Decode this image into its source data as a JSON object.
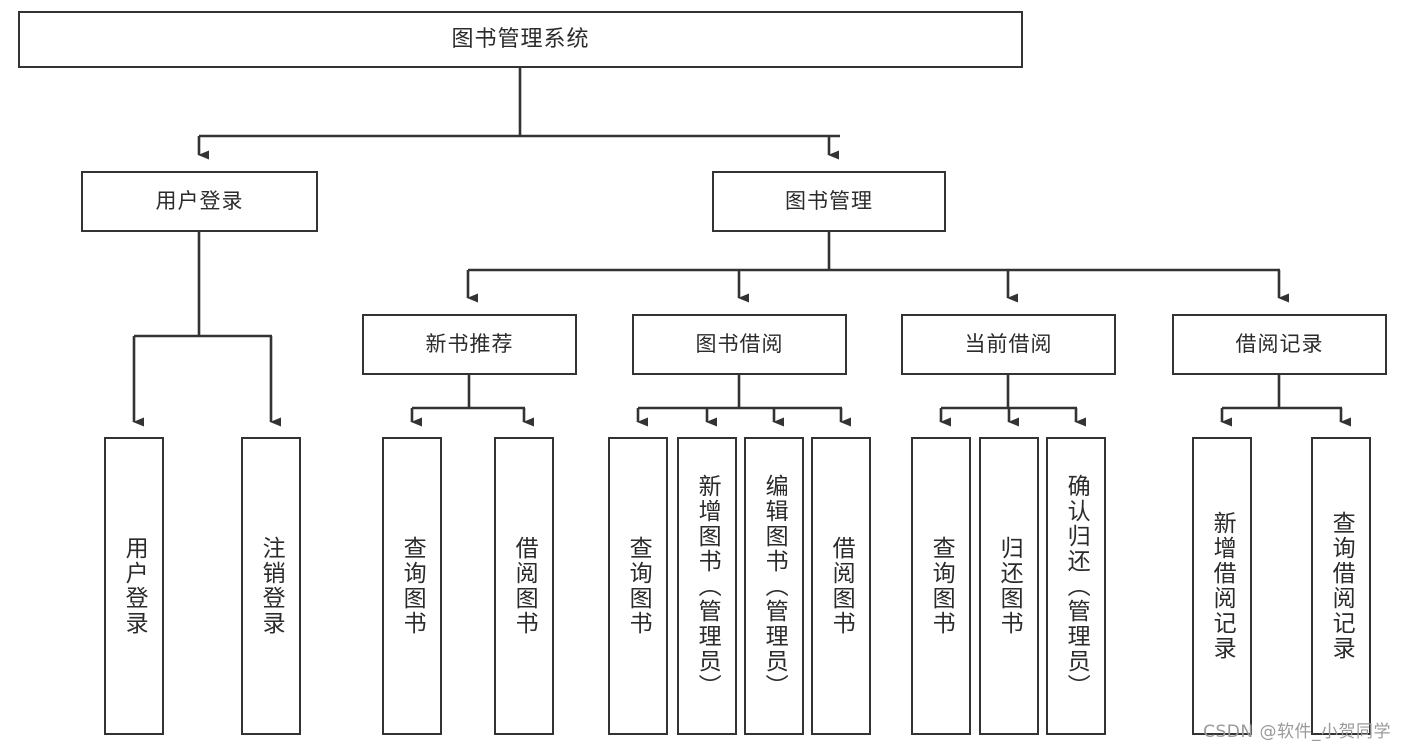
{
  "diagram": {
    "title": "图书管理系统",
    "type": "hierarchy-tree",
    "orientation": "top-down",
    "colors": {
      "box_border": "#333333",
      "box_fill": "#ffffff",
      "text": "#2b2b2b",
      "connector": "#333333",
      "watermark": "#9a9a9a"
    },
    "nodes": {
      "root": {
        "label": "图书管理系统",
        "level": 0
      },
      "level1": [
        {
          "id": "user-login",
          "label": "用户登录"
        },
        {
          "id": "book-manage",
          "label": "图书管理"
        }
      ],
      "level2": [
        {
          "id": "new-book-recommend",
          "label": "新书推荐",
          "parent": "book-manage"
        },
        {
          "id": "book-borrow",
          "label": "图书借阅",
          "parent": "book-manage"
        },
        {
          "id": "current-borrow",
          "label": "当前借阅",
          "parent": "book-manage"
        },
        {
          "id": "borrow-record",
          "label": "借阅记录",
          "parent": "book-manage"
        }
      ],
      "leaves": {
        "user-login": [
          {
            "id": "leaf-user-login",
            "label": "用户登录"
          },
          {
            "id": "leaf-user-logout",
            "label": "注销登录"
          }
        ],
        "new-book-recommend": [
          {
            "id": "leaf-query-book-1",
            "label": "查询图书"
          },
          {
            "id": "leaf-borrow-book-1",
            "label": "借阅图书"
          }
        ],
        "book-borrow": [
          {
            "id": "leaf-query-book-2",
            "label": "查询图书"
          },
          {
            "id": "leaf-add-book",
            "label": "新增图书（管理员）"
          },
          {
            "id": "leaf-edit-book",
            "label": "编辑图书（管理员）"
          },
          {
            "id": "leaf-borrow-book-2",
            "label": "借阅图书"
          }
        ],
        "current-borrow": [
          {
            "id": "leaf-query-book-3",
            "label": "查询图书"
          },
          {
            "id": "leaf-return-book",
            "label": "归还图书"
          },
          {
            "id": "leaf-confirm-return",
            "label": "确认归还（管理员）"
          }
        ],
        "borrow-record": [
          {
            "id": "leaf-add-record",
            "label": "新增借阅记录"
          },
          {
            "id": "leaf-query-record",
            "label": "查询借阅记录"
          }
        ]
      }
    }
  },
  "watermark": {
    "text": "CSDN @软件_小贺同学"
  }
}
